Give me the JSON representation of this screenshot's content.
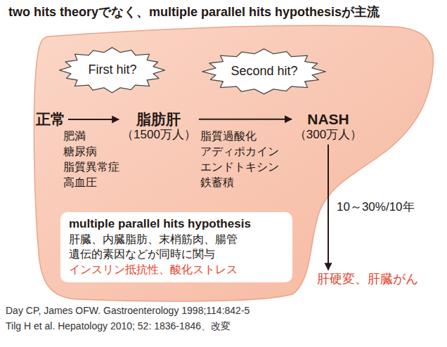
{
  "diagram": {
    "title": "two hits theoryでなく、multiple parallel hits hypothesisが主流",
    "nodes": [
      {
        "text": [
          "First hit?"
        ]
      },
      {
        "text": [
          "Second hit?"
        ]
      },
      {
        "text": [
          "正常"
        ]
      },
      {
        "text": [
          "脂肪肝",
          "（1500万人）"
        ]
      },
      {
        "text": [
          "NASH",
          "（300万人）"
        ]
      },
      {
        "text": [
          "multiple parallel hits hypothesis",
          "肝臓、内臓脂肪、末梢筋肉、腸管 遺伝的素因などが同時に関与",
          "インスリン抵抗性、酸化ストレス"
        ]
      },
      {
        "text": [
          "肝硬変、肝臓がん"
        ]
      }
    ],
    "edges": [
      {
        "from": 2,
        "to": 3,
        "arrow": "to"
      },
      {
        "from": 3,
        "to": 4,
        "arrow": "to"
      },
      {
        "from": 4,
        "to": 6,
        "label": "10～30%/10年",
        "arrow": "to"
      }
    ],
    "labels": [
      "肥満",
      "糖尿病",
      "脂質異常症",
      "高血圧",
      "脂質過酸化",
      "アディポカイン",
      "エンドトキシン",
      "鉄蓄積",
      "Day CP, James OFW. Gastroenterology 1998;114:842-5",
      "Tilg H et al. Hepatology 2010; 52: 1836-1846、改変"
    ]
  }
}
